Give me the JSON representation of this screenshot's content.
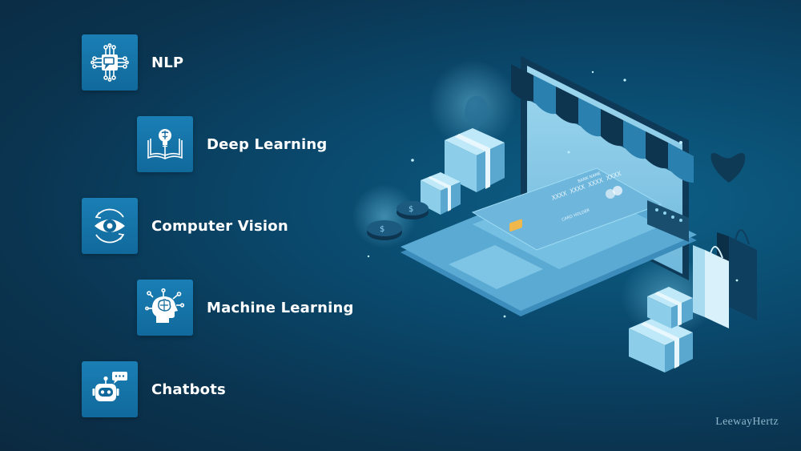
{
  "features": [
    {
      "label": "NLP",
      "icon": "chip-chat-icon"
    },
    {
      "label": "Deep Learning",
      "icon": "book-brain-bulb-icon"
    },
    {
      "label": "Computer Vision",
      "icon": "eye-lens-icon"
    },
    {
      "label": "Machine Learning",
      "icon": "head-brain-network-icon"
    },
    {
      "label": "Chatbots",
      "icon": "robot-chat-icon"
    }
  ],
  "card": {
    "bank_name": "BANK NAME",
    "number": "XXXX  XXXX  XXXX  XXXX",
    "holder": "CARD HOLDER"
  },
  "watermark": "LeewayHertz",
  "colors": {
    "tile": "#1a7fb5",
    "background": "#0a3a58",
    "accent": "#8fd3ee"
  }
}
